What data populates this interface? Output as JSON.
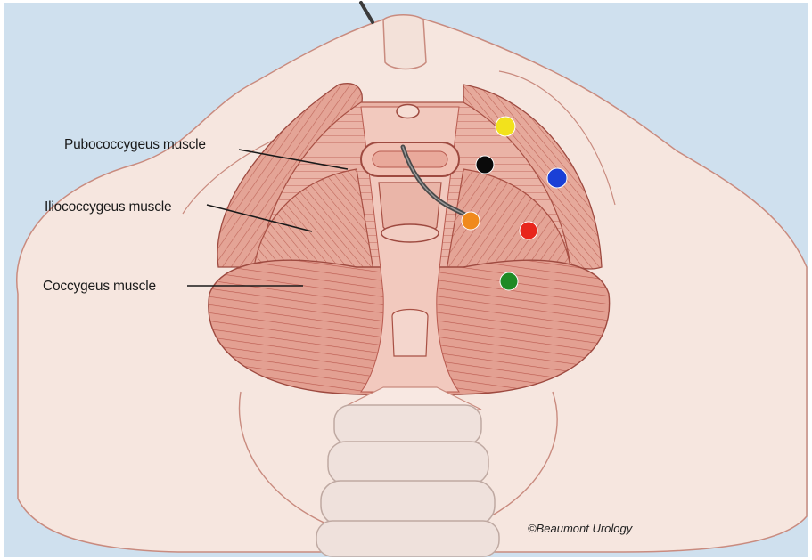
{
  "labels": {
    "pubococcygeus": "Pubococcygeus muscle",
    "iliococcygeus": "Iliococcygeus muscle",
    "coccygeus": "Coccygeus muscle"
  },
  "copyright": "©Beaumont Urology",
  "markers": [
    {
      "id": "yellow",
      "color": "#f2e21c"
    },
    {
      "id": "black",
      "color": "#0a0a0a"
    },
    {
      "id": "blue",
      "color": "#1a3fd6"
    },
    {
      "id": "orange",
      "color": "#f08a1c"
    },
    {
      "id": "red",
      "color": "#e8261c"
    },
    {
      "id": "green",
      "color": "#1f8a24"
    }
  ],
  "colors": {
    "background": "#cfe0ee",
    "bone": "#f6e6df",
    "bone_outline": "#c98b7f",
    "muscle": "#e29a8c",
    "muscle_dark": "#b8544a",
    "muscle_light": "#f3cdc2"
  }
}
